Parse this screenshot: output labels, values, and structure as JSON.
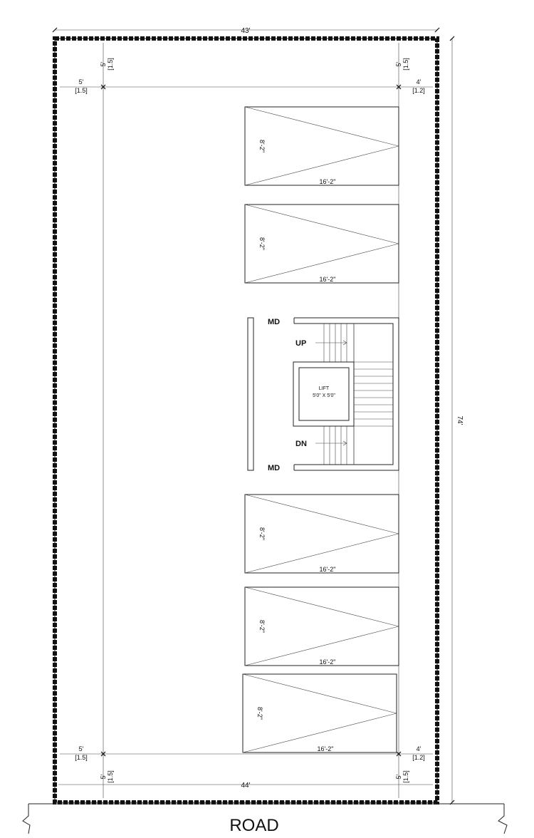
{
  "plot": {
    "top_width": "43'",
    "bottom_width": "44'",
    "depth": "74'"
  },
  "setbacks": {
    "top_left_v": "5'",
    "top_left_v_m": "[1.5]",
    "top_right_v": "5'",
    "top_right_v_m": "[1.5]",
    "top_left_h": "5'",
    "top_left_h_m": "[1.5]",
    "top_right_h": "4'",
    "top_right_h_m": "[1.2]",
    "bottom_left_h": "5'",
    "bottom_left_h_m": "[1.5]",
    "bottom_right_h": "4'",
    "bottom_right_h_m": "[1.2]",
    "bottom_left_v": "5'",
    "bottom_left_v_m": "[1.5]",
    "bottom_right_v": "5'",
    "bottom_right_v_m": "[1.5]"
  },
  "parking_bays": [
    {
      "length": "16'-2\"",
      "width": "8'-2\""
    },
    {
      "length": "16'-2\"",
      "width": "8'-2\""
    },
    {
      "length": "16'-2\"",
      "width": "8'-2\""
    },
    {
      "length": "16'-2\"",
      "width": "8'-2\""
    },
    {
      "length": "16'-2\"",
      "width": "8'-2\""
    }
  ],
  "core": {
    "md_top": "MD",
    "md_bottom": "MD",
    "up": "UP",
    "dn": "DN",
    "lift_title": "LIFT",
    "lift_size": "5'0\" X 5'0\""
  },
  "road_label": "ROAD"
}
